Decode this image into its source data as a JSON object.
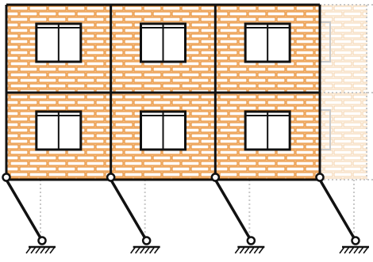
{
  "figure": {
    "kind": "frame-with-masonry-infill-sway-mechanism",
    "structure": {
      "bays": 3,
      "storeys": 2,
      "windows_per_panel": 1,
      "column_hinges_at_base_of_frame": true
    },
    "colors": {
      "brick_fill": "#f6cfa6",
      "brick_mortar": "#e98a2b",
      "frame_line": "#111111",
      "ghost_line": "#c8c8c8",
      "ground_hatch": "#111111",
      "hinge_fill": "#ffffff"
    },
    "icons": {
      "hinge": "circle-hinge-icon",
      "support": "fixed-support-hatch-icon"
    }
  }
}
